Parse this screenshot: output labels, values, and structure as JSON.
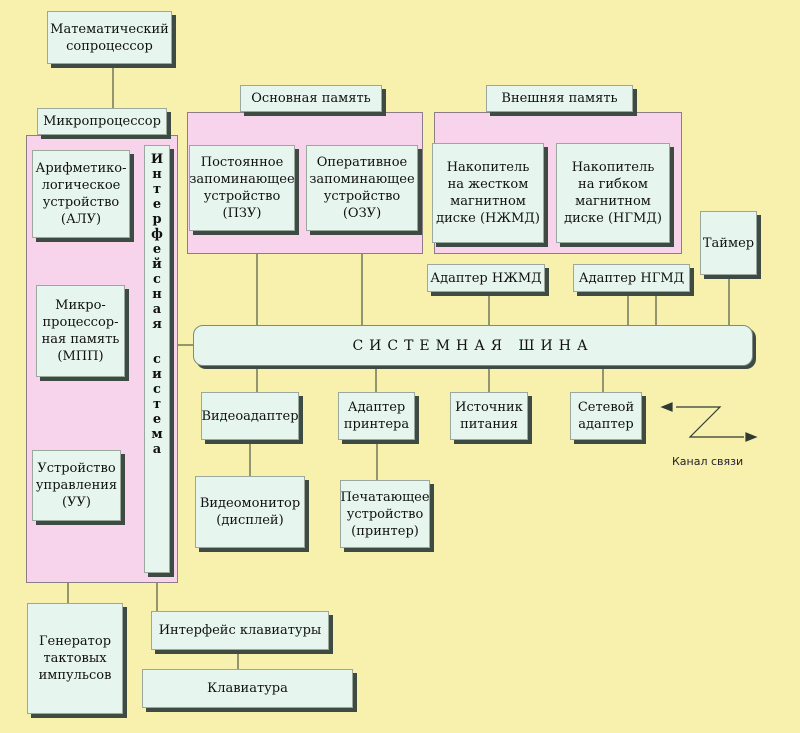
{
  "blocks": {
    "coprocessor": "Математический\nсопроцессор",
    "microprocessor": "Микропроцессор",
    "alu": "Арифметико-\nлогическое\nустройство\n(АЛУ)",
    "mpp": "Микро-\nпроцессор-\nная память\n(МПП)",
    "uu": "Устройство\nуправления\n(УУ)",
    "interface_system": "Интерфейсная система",
    "main_memory": "Основная память",
    "rom": "Постоянное\nзапоминающее\nустройство\n(ПЗУ)",
    "ram": "Оперативное\nзапоминающее\nустройство\n(ОЗУ)",
    "external_memory": "Внешняя память",
    "hdd": "Накопитель\nна жестком\nмагнитном\nдиске (НЖМД)",
    "fdd": "Накопитель\nна гибком\nмагнитном\nдиске (НГМД)",
    "timer": "Таймер",
    "hdd_adapter": "Адаптер НЖМД",
    "fdd_adapter": "Адаптер НГМД",
    "system_bus": "СИСТЕМНАЯ   ШИНА",
    "video_adapter": "Видеоадаптер",
    "printer_adapter": "Адаптер\nпринтера",
    "power_supply": "Источник\nпитания",
    "network_adapter": "Сетевой\nадаптер",
    "channel": "Канал связи",
    "video_monitor": "Видеомонитор\n(дисплей)",
    "printer": "Печатающее\nустройство\n(принтер)",
    "clock_generator": "Генератор\nтактовых\nимпульсов",
    "keyboard_interface": "Интерфейс клавиатуры",
    "keyboard": "Клавиатура"
  }
}
